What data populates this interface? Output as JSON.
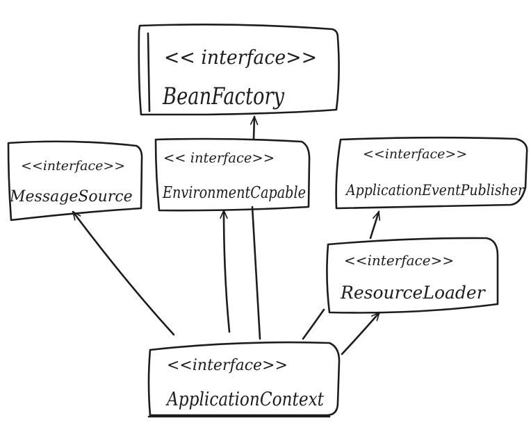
{
  "nodes": [
    {
      "id": "bean-factory",
      "stereotype": "<< interface>>",
      "name": "BeanFactory"
    },
    {
      "id": "message-source",
      "stereotype": "<<interface>>",
      "name": "MessageSource"
    },
    {
      "id": "environment-capable",
      "stereotype": "<< interface>>",
      "name": "EnvironmentCapable"
    },
    {
      "id": "application-event-publisher",
      "stereotype": "<<interface>>",
      "name": "ApplicationEventPublisher"
    },
    {
      "id": "resource-loader",
      "stereotype": "<<interface>>",
      "name": "ResourceLoader"
    },
    {
      "id": "application-context",
      "stereotype": "<<interface>>",
      "name": "ApplicationContext"
    }
  ],
  "edges": [
    {
      "from": "environment-capable",
      "to": "bean-factory"
    },
    {
      "from": "application-context",
      "to": "message-source"
    },
    {
      "from": "application-context",
      "to": "environment-capable"
    },
    {
      "from": "application-context",
      "to": "bean-factory"
    },
    {
      "from": "application-context",
      "to": "resource-loader"
    },
    {
      "from": "resource-loader",
      "to": "application-event-publisher"
    }
  ]
}
